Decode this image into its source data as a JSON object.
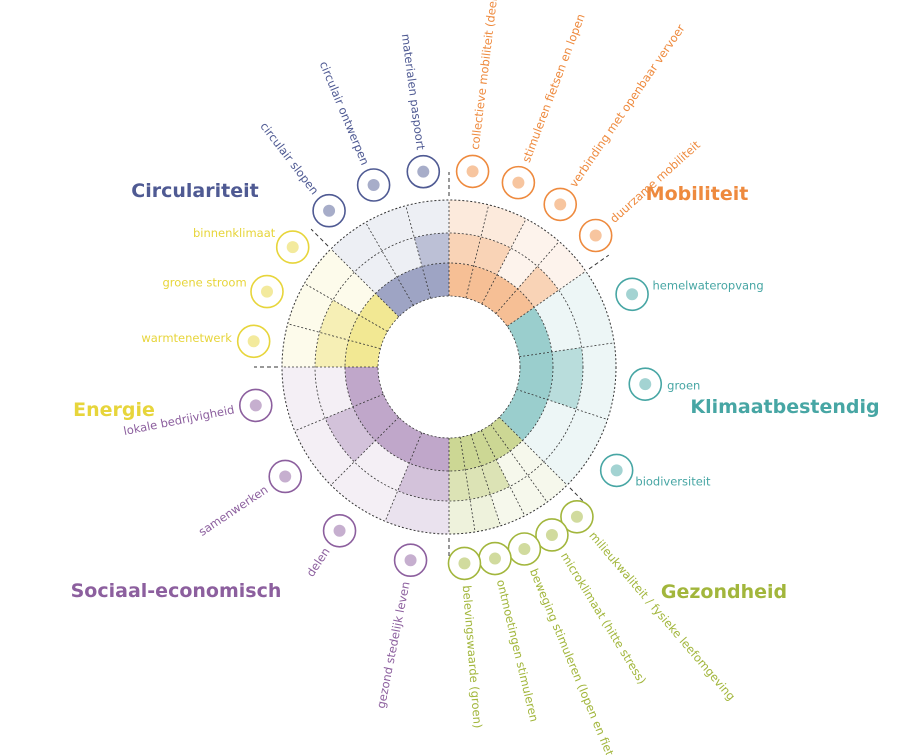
{
  "colors": {
    "circularity": "#4f5a93",
    "mobility": "#ee8a3e",
    "climate": "#47a6a4",
    "health": "#a2b63c",
    "social": "#8c5f9e",
    "energy": "#e7d53b"
  },
  "categories": [
    {
      "key": "circularity",
      "title": "Circulariteit",
      "items": [
        {
          "label": "circulair slopen",
          "icon": "recycle-house-icon",
          "level": 1
        },
        {
          "label": "circulair ontwerpen",
          "icon": "design-tools-icon",
          "level": 1
        },
        {
          "label": "materialen paspoort",
          "icon": "material-passport-icon",
          "level": 2
        }
      ]
    },
    {
      "key": "mobility",
      "title": "Mobiliteit",
      "items": [
        {
          "label": "collectieve mobiliteit (deelauto's en fietsen)",
          "icon": "shared-car-bike-icon",
          "level": 3
        },
        {
          "label": "stimuleren fietsen en lopen",
          "icon": "cycling-walking-icon",
          "level": 3
        },
        {
          "label": "verbinding met openbaar vervoer",
          "icon": "bus-icon",
          "level": 1
        },
        {
          "label": "duurzame mobiliteit",
          "icon": "bicycle-leaf-icon",
          "level": 2
        }
      ]
    },
    {
      "key": "climate",
      "title": "Klimaatbestendig",
      "items": [
        {
          "label": "hemelwateropvang",
          "icon": "rain-cloud-icon",
          "level": 1
        },
        {
          "label": "groen",
          "icon": "green-building-icon",
          "level": 2
        },
        {
          "label": "biodiversiteit",
          "icon": "biodiversity-icon",
          "level": 1
        }
      ]
    },
    {
      "key": "health",
      "title": "Gezondheid",
      "items": [
        {
          "label": "milieukwaliteit / fysieke leefomgeving",
          "icon": "hand-plant-icon",
          "level": 1
        },
        {
          "label": "microklimaat (hitte stress)",
          "icon": "heat-stress-icon",
          "level": 1
        },
        {
          "label": "beweging stimuleren (lopen en fietsen)",
          "icon": "movement-icon",
          "level": 2
        },
        {
          "label": "ontmoetingen stimuleren",
          "icon": "meeting-people-icon",
          "level": 3
        },
        {
          "label": "belevingswaarde (groen)",
          "icon": "park-bench-icon",
          "level": 3
        }
      ]
    },
    {
      "key": "social",
      "title": "Sociaal-economisch",
      "items": [
        {
          "label": "gezond stedelijk leven",
          "icon": "healthy-city-icon",
          "level": 3
        },
        {
          "label": "delen",
          "icon": "sharing-icon",
          "level": 1
        },
        {
          "label": "samenwerken",
          "icon": "collaboration-icon",
          "level": 2
        },
        {
          "label": "lokale bedrijvigheid",
          "icon": "local-business-icon",
          "level": 1
        }
      ]
    },
    {
      "key": "energy",
      "title": "Energie",
      "items": [
        {
          "label": "warmtenetwerk",
          "icon": "heat-network-icon",
          "level": 2
        },
        {
          "label": "groene stroom",
          "icon": "wind-solar-icon",
          "level": 2
        },
        {
          "label": "binnenklimaat",
          "icon": "indoor-climate-icon",
          "level": 1
        }
      ]
    }
  ]
}
